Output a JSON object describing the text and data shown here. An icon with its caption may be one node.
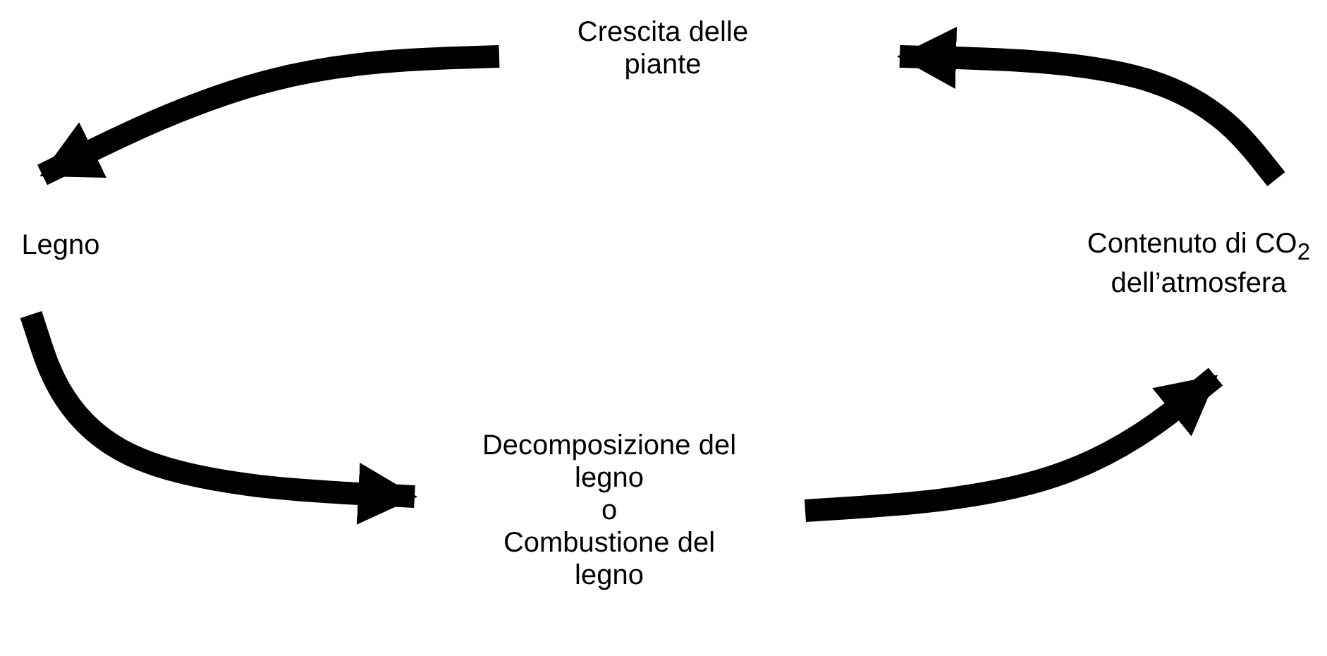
{
  "diagram": {
    "nodes": [
      {
        "text": [
          "Crescita delle piante"
        ]
      },
      {
        "text": [
          "Legno"
        ]
      },
      {
        "text": [
          "Contenuto di CO$_{2}$ dell’atmosfera"
        ]
      },
      {
        "text": [
          "Decomposizione del legno",
          "o",
          "Combustione del legno"
        ]
      }
    ],
    "edges": [
      {
        "from": 0,
        "to": 1,
        "arrow": "to"
      },
      {
        "from": 1,
        "to": 3,
        "arrow": "to"
      },
      {
        "from": 3,
        "to": 2,
        "arrow": "to"
      },
      {
        "from": 2,
        "to": 0,
        "arrow": "to"
      }
    ]
  }
}
